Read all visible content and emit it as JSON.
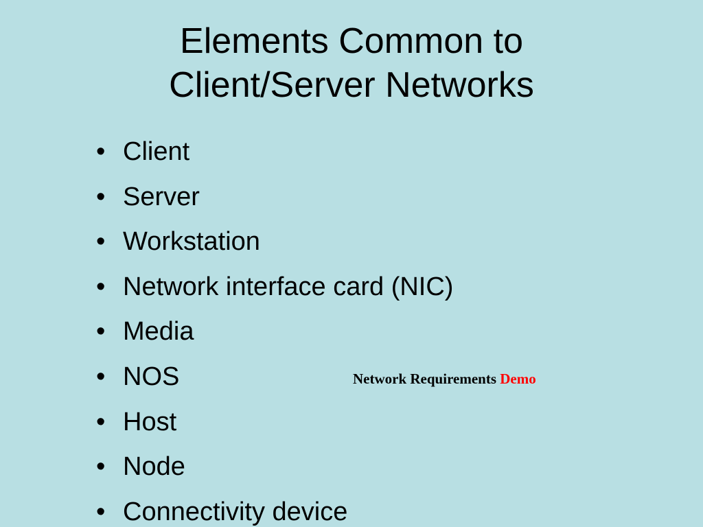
{
  "slide": {
    "title_line1": "Elements Common to",
    "title_line2": "Client/Server Networks",
    "bullet_char": "•",
    "items": [
      "Client",
      "Server",
      "Workstation",
      "Network interface card (NIC)",
      "Media",
      "NOS",
      "Host",
      "Node",
      "Connectivity device"
    ],
    "link_text": "Network Requirements",
    "link_demo": "Demo"
  },
  "colors": {
    "background": "#b8dfe3",
    "text": "#000000",
    "demo": "#ff0000"
  }
}
